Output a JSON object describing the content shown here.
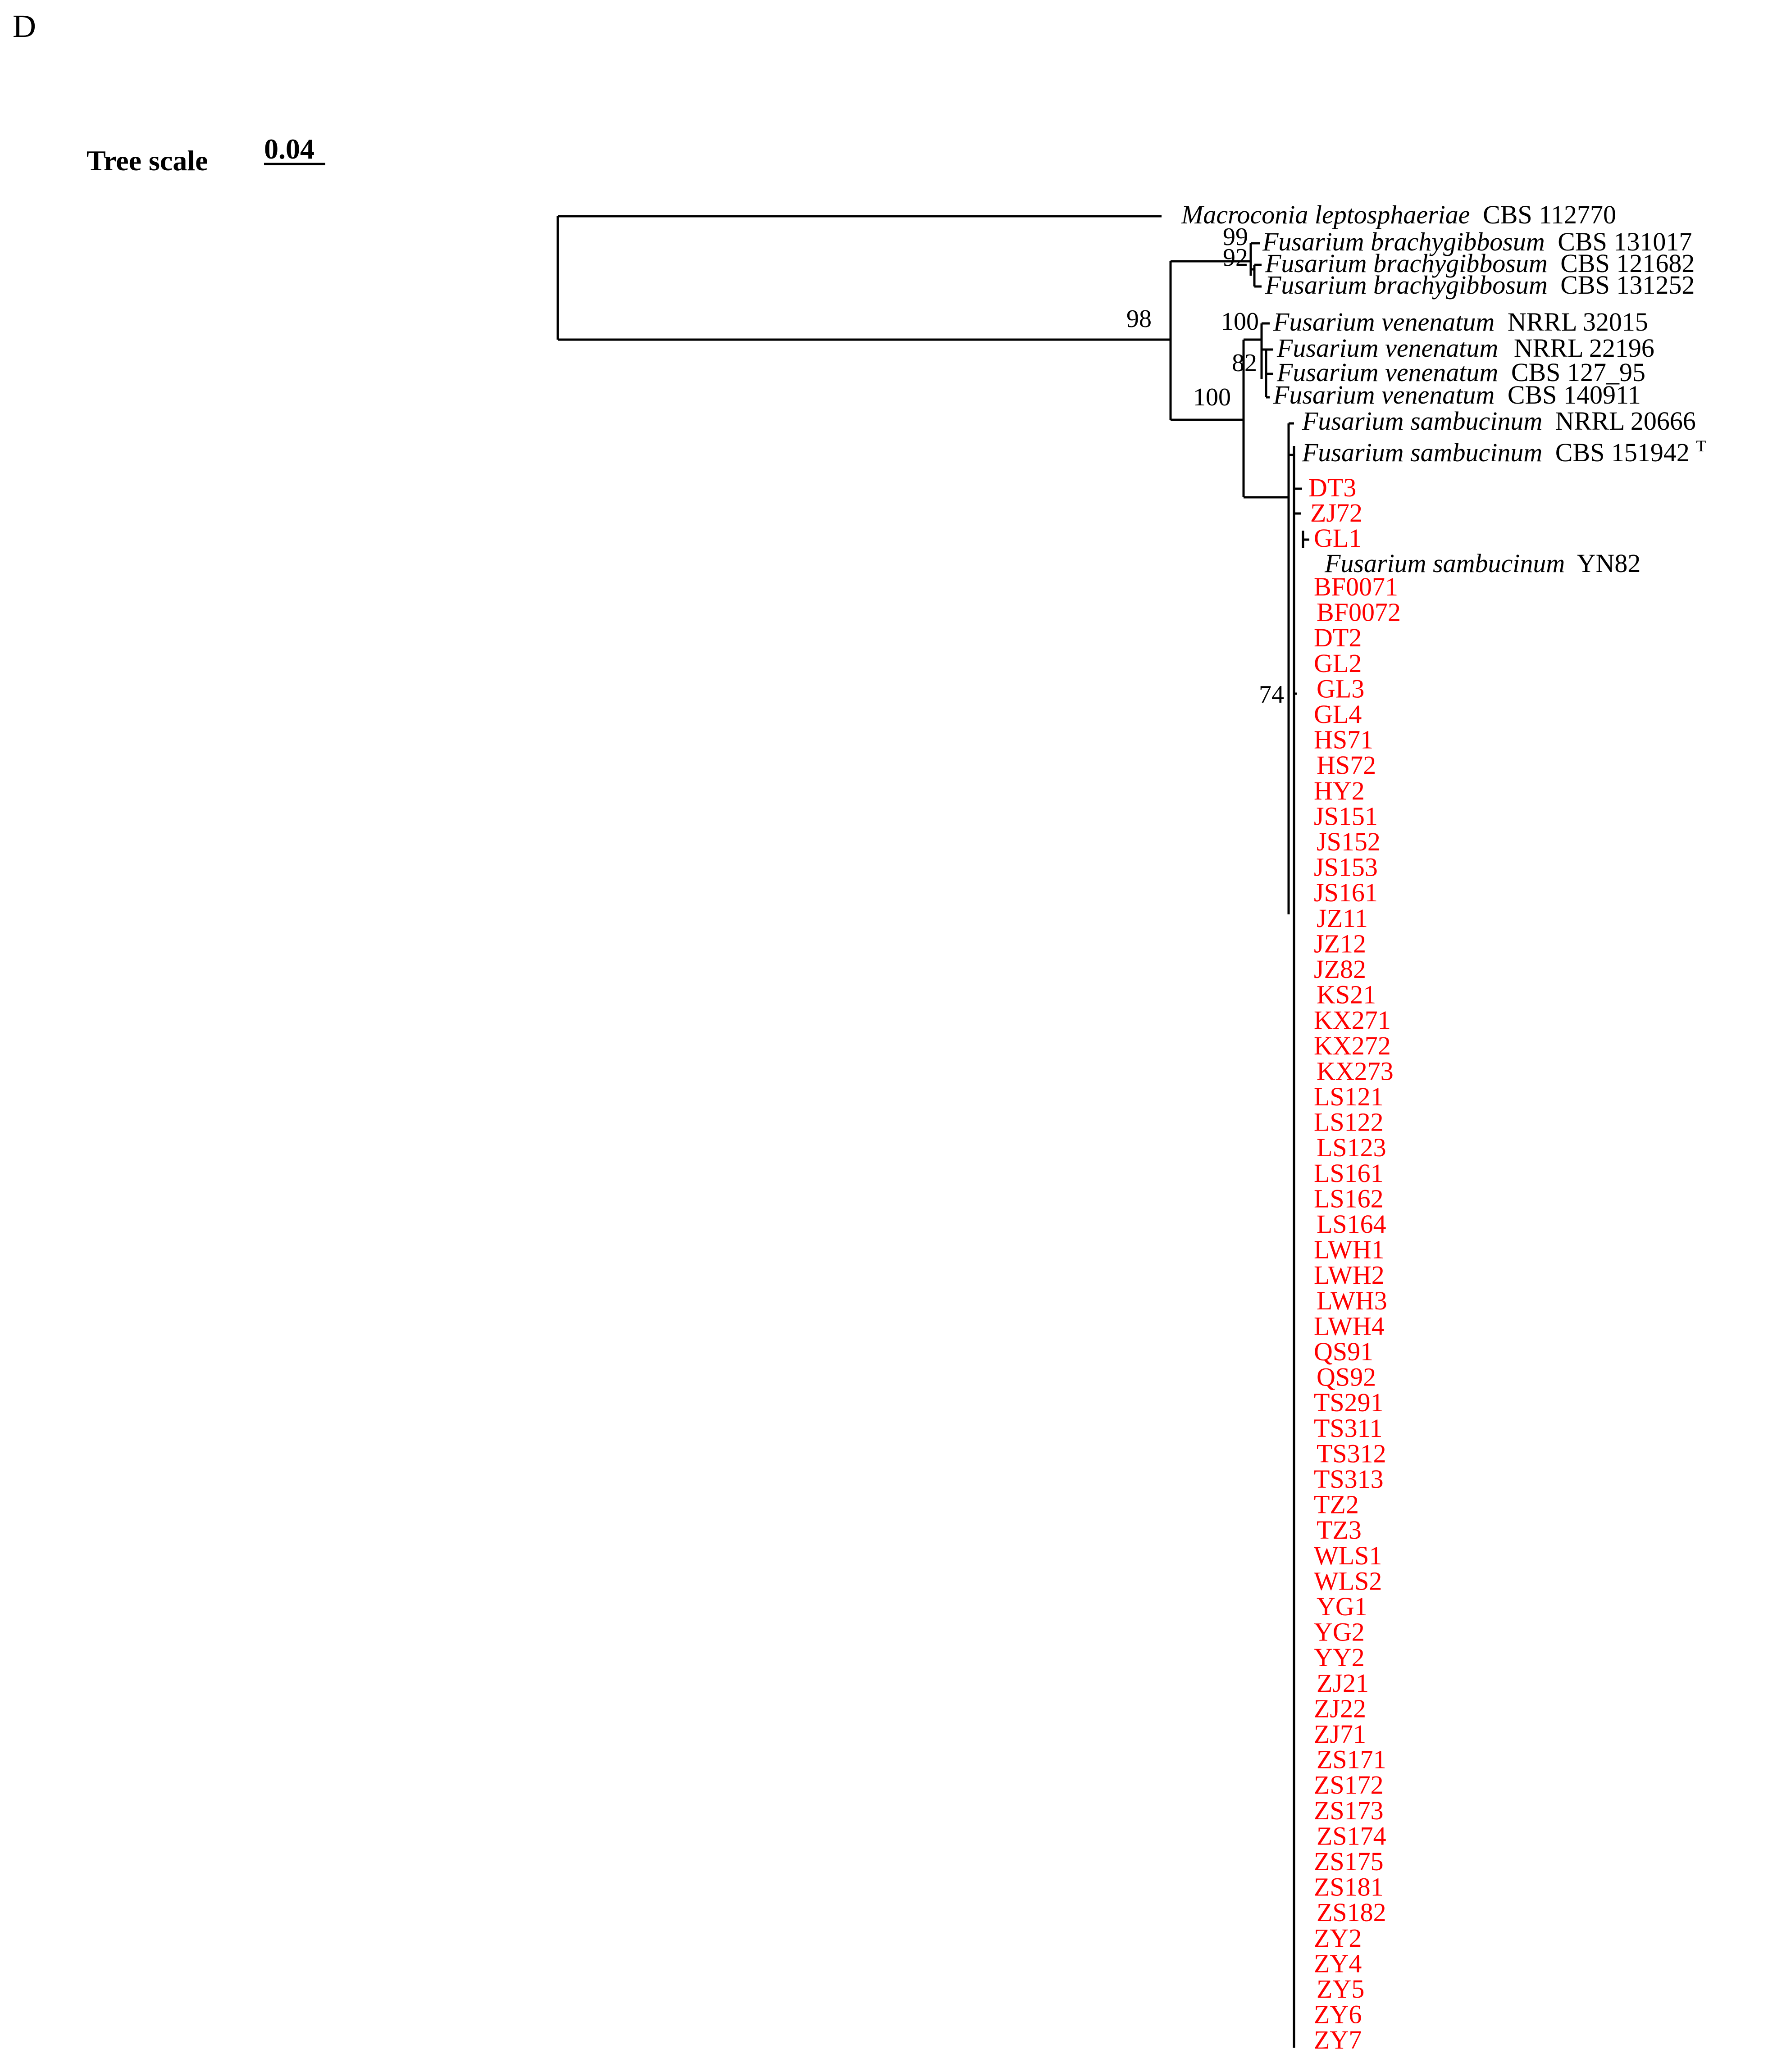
{
  "panel_label": "D",
  "scale": {
    "label": "Tree scale",
    "value": "0.04"
  },
  "colors": {
    "default_text": "#000000",
    "highlight_text": "#ff0000",
    "branch": "#000000"
  },
  "tree": {
    "outgroup": {
      "species": "Macroconia leptosphaeriae",
      "strain": "CBS 112770"
    },
    "brachygibbosum": [
      {
        "species": "Fusarium brachygibbosum",
        "strain": "CBS 131017"
      },
      {
        "species": "Fusarium brachygibbosum",
        "strain": "CBS 121682"
      },
      {
        "species": "Fusarium brachygibbosum",
        "strain": "CBS 131252"
      }
    ],
    "venenatum": [
      {
        "species": "Fusarium venenatum",
        "strain": "NRRL 32015"
      },
      {
        "species": "Fusarium venenatum",
        "strain": "NRRL 22196"
      },
      {
        "species": "Fusarium venenatum",
        "strain": "CBS 127_95"
      },
      {
        "species": "Fusarium venenatum",
        "strain": "CBS 140911"
      }
    ],
    "sambucinum_refs": [
      {
        "species": "Fusarium sambucinum",
        "strain": "NRRL 20666"
      },
      {
        "species": "Fusarium sambucinum",
        "strain": "CBS 151942",
        "sup": "T"
      }
    ],
    "sambucinum_yn82": {
      "species": "Fusarium sambucinum",
      "strain": "YN82"
    },
    "isolates_top": [
      "DT3",
      "ZJ72",
      "GL1"
    ],
    "isolates": [
      "BF0071",
      "BF0072",
      "DT2",
      "GL2",
      "GL3",
      "GL4",
      "HS71",
      "HS72",
      "HY2",
      "JS151",
      "JS152",
      "JS153",
      "JS161",
      "JZ11",
      "JZ12",
      "JZ82",
      "KS21",
      "KX271",
      "KX272",
      "KX273",
      "LS121",
      "LS122",
      "LS123",
      "LS161",
      "LS162",
      "LS164",
      "LWH1",
      "LWH2",
      "LWH3",
      "LWH4",
      "QS91",
      "QS92",
      "TS291",
      "TS311",
      "TS312",
      "TS313",
      "TZ2",
      "TZ3",
      "WLS1",
      "WLS2",
      "YG1",
      "YG2",
      "YY2",
      "ZJ21",
      "ZJ22",
      "ZJ71",
      "ZS171",
      "ZS172",
      "ZS173",
      "ZS174",
      "ZS175",
      "ZS181",
      "ZS182",
      "ZY2",
      "ZY4",
      "ZY5",
      "ZY6",
      "ZY7"
    ],
    "support": {
      "s98": "98",
      "s100_outer": "100",
      "s99": "99",
      "s92": "92",
      "s100_ven": "100",
      "s82": "82",
      "s74": "74"
    }
  }
}
